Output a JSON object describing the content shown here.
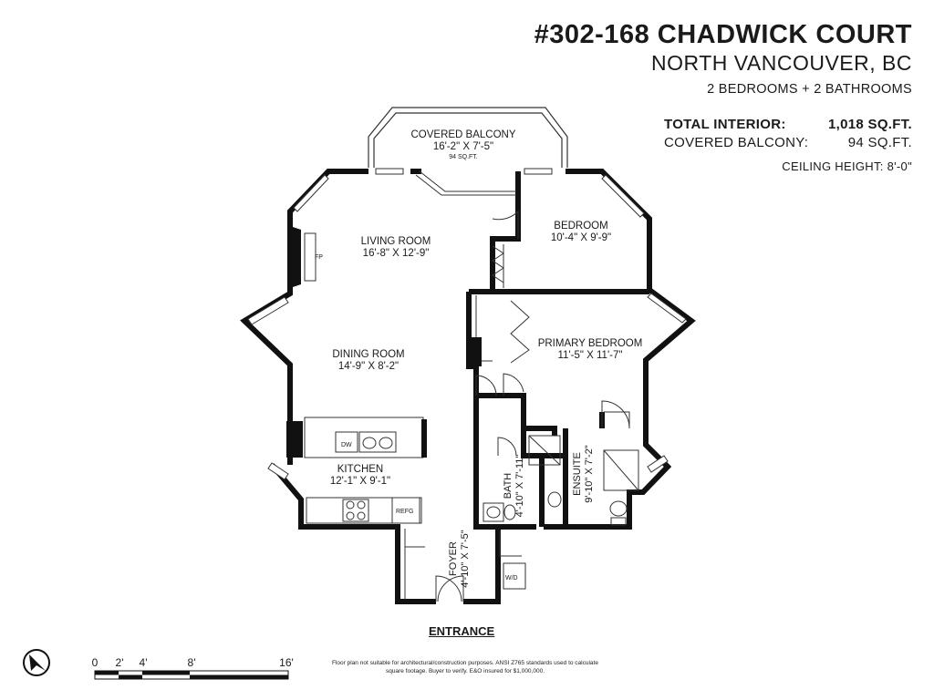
{
  "header": {
    "address": "#302-168 CHADWICK COURT",
    "city": "NORTH VANCOUVER, BC",
    "rooms_summary": "2 BEDROOMS + 2 BATHROOMS"
  },
  "stats": {
    "total_interior_label": "TOTAL INTERIOR:",
    "total_interior_value": "1,018 SQ.FT.",
    "covered_balcony_label": "COVERED BALCONY:",
    "covered_balcony_value": "94 SQ.FT.",
    "ceiling_height": "CEILING HEIGHT: 8'-0\""
  },
  "rooms": {
    "covered_balcony": {
      "name": "COVERED BALCONY",
      "dims": "16'-2\" X 7'-5\"",
      "area": "94 SQ.FT."
    },
    "living_room": {
      "name": "LIVING ROOM",
      "dims": "16'-8\" X 12'-9\""
    },
    "dining_room": {
      "name": "DINING ROOM",
      "dims": "14'-9\" X 8'-2\""
    },
    "kitchen": {
      "name": "KITCHEN",
      "dims": "12'-1\" X 9'-1\""
    },
    "bedroom": {
      "name": "BEDROOM",
      "dims": "10'-4\" X 9'-9\""
    },
    "primary_bedroom": {
      "name": "PRIMARY BEDROOM",
      "dims": "11'-5\" X 11'-7\""
    },
    "bath": {
      "name": "BATH",
      "dims": "4'-10\" X 7'-11\""
    },
    "ensuite": {
      "name": "ENSUITE",
      "dims": "9'-10\" X 7'-2\""
    },
    "foyer": {
      "name": "FOYER",
      "dims": "4'-10\" X 7'-5\""
    }
  },
  "fixtures": {
    "fireplace": "FP",
    "dishwasher": "DW",
    "fridge": "REFG",
    "washer_dryer": "W/D"
  },
  "entrance_label": "ENTRANCE",
  "scale_labels": [
    "0",
    "2'",
    "4'",
    "8'",
    "16'"
  ],
  "disclaimer": "Floor plan not suitable for architectural/construction purposes. ANSI Z765 standards used to calculate square footage. Buyer to verify. E&O insured for $1,000,000."
}
